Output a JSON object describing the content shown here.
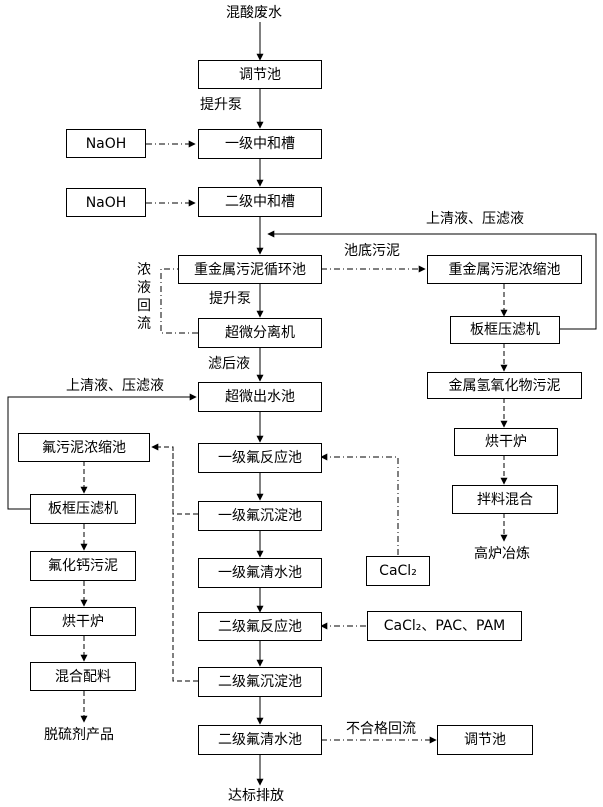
{
  "terminals": {
    "source": "混酸废水",
    "discharge": "达标排放",
    "smelting": "高炉冶炼",
    "desulfurizer": "脱硫剂产品"
  },
  "boxes": {
    "adjust_pool": "调节池",
    "naoh_1": "NaOH",
    "neutral_1": "一级中和槽",
    "naoh_2": "NaOH",
    "neutral_2": "二级中和槽",
    "heavy_metal_circ": "重金属污泥循环池",
    "heavy_metal_conc": "重金属污泥浓缩池",
    "filter_press_right": "板框压滤机",
    "ultrafine_sep": "超微分离机",
    "metal_hydroxide": "金属氢氧化物污泥",
    "ultrafine_out": "超微出水池",
    "dryer_right": "烘干炉",
    "fluoride_conc": "氟污泥浓缩池",
    "fluoride_react_1": "一级氟反应池",
    "mix_material": "拌料混合",
    "filter_press_left": "板框压滤机",
    "fluoride_settle_1": "一级氟沉淀池",
    "cacl2_1": "CaCl₂",
    "caf2_sludge": "氟化钙污泥",
    "fluoride_clear_1": "一级氟清水池",
    "dryer_left": "烘干炉",
    "fluoride_react_2": "二级氟反应池",
    "cacl2_pac_pam": "CaCl₂、PAC、PAM",
    "mix_batching": "混合配料",
    "fluoride_settle_2": "二级氟沉淀池",
    "fluoride_clear_2": "二级氟清水池",
    "adjust_pool_return": "调节池"
  },
  "labels": {
    "lift_pump_1": "提升泵",
    "lift_pump_2": "提升泵",
    "supernatant_right": "上清液、压滤液",
    "bottom_sludge": "池底污泥",
    "after_filter": "滤后液",
    "supernatant_left": "上清液、压滤液",
    "unqualified_return": "不合格回流",
    "concentrate_return": [
      "浓",
      "液",
      "回",
      "流"
    ]
  }
}
